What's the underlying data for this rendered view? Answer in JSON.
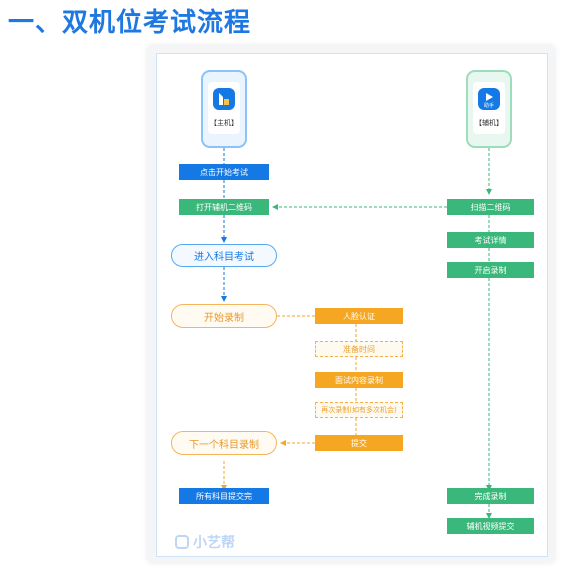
{
  "heading": "一、双机位考试流程",
  "main_device": {
    "label": "【主机】"
  },
  "aux_device": {
    "label": "【辅机】",
    "logo_text": "助手"
  },
  "main_flow": {
    "start_exam": "点击开始考试",
    "open_qr": "打开辅机二维码",
    "enter_subject": "进入科目考试",
    "start_recording": "开始录制",
    "next_subject": "下一个科目录制",
    "submit_all": "所有科目提交完"
  },
  "aux_flow": {
    "scan_qr": "扫描二维码",
    "exam_details": "考试详情",
    "start_recording": "开启录制",
    "finish_recording": "完成录制",
    "submit_video": "辅机视频提交"
  },
  "center_flow": {
    "face_auth": "人脸认证",
    "prep_time": "准备时间",
    "record_content": "面试内容录制",
    "rerecord": "再次录制(如有多次机会)",
    "submit": "提交"
  },
  "watermark": "小艺帮",
  "colors": {
    "blue": "#1579e5",
    "green": "#3ab77a",
    "orange": "#f5a623"
  }
}
